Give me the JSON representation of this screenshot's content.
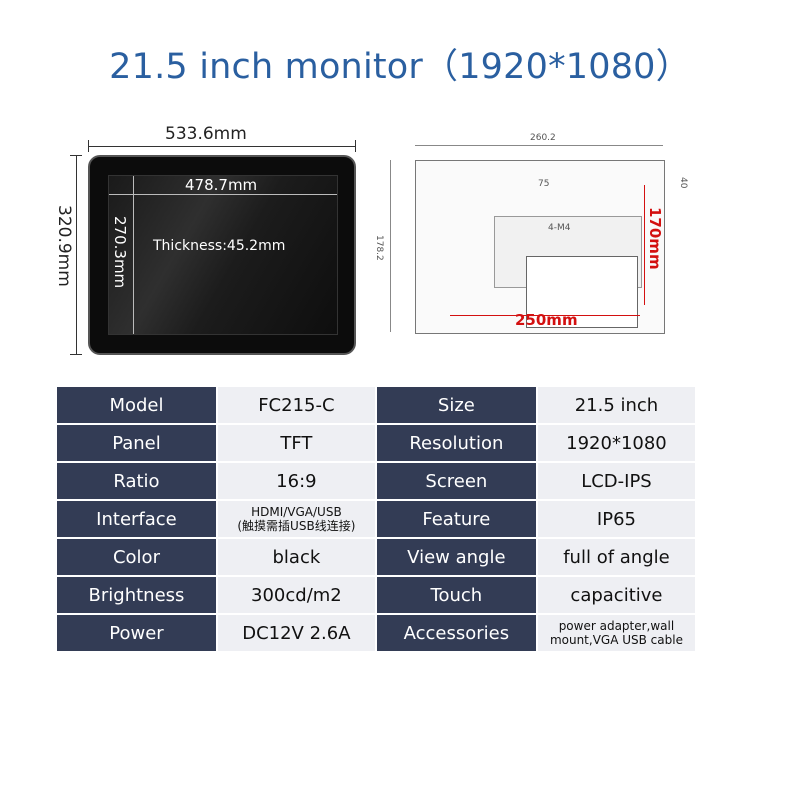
{
  "title": "21.5 inch monitor（1920*1080）",
  "front": {
    "width_outer": "533.6mm",
    "height_outer": "320.9mm",
    "width_inner": "478.7mm",
    "height_inner": "270.3mm",
    "thickness": "Thickness:45.2mm"
  },
  "back": {
    "overall_width": "260.2",
    "overall_height": "178.2",
    "side_depth": "40",
    "mount_offset": "75",
    "screw_label": "4-M4",
    "mount_height": "170mm",
    "mount_width": "250mm"
  },
  "specs": [
    {
      "k1": "Model",
      "v1": "FC215-C",
      "k2": "Size",
      "v2": "21.5 inch"
    },
    {
      "k1": "Panel",
      "v1": "TFT",
      "k2": "Resolution",
      "v2": "1920*1080"
    },
    {
      "k1": "Ratio",
      "v1": "16:9",
      "k2": "Screen",
      "v2": "LCD-IPS"
    },
    {
      "k1": "Interface",
      "v1a": "HDMI/VGA/USB",
      "v1b": "(触摸需插USB线连接)",
      "k2": "Feature",
      "v2": "IP65"
    },
    {
      "k1": "Color",
      "v1": "black",
      "k2": "View angle",
      "v2": "full of angle"
    },
    {
      "k1": "Brightness",
      "v1": "300cd/m2",
      "k2": "Touch",
      "v2": "capacitive"
    },
    {
      "k1": "Power",
      "v1": "DC12V 2.6A",
      "k2": "Accessories",
      "v2a": "power adapter,wall",
      "v2b": "mount,VGA  USB cable"
    }
  ]
}
